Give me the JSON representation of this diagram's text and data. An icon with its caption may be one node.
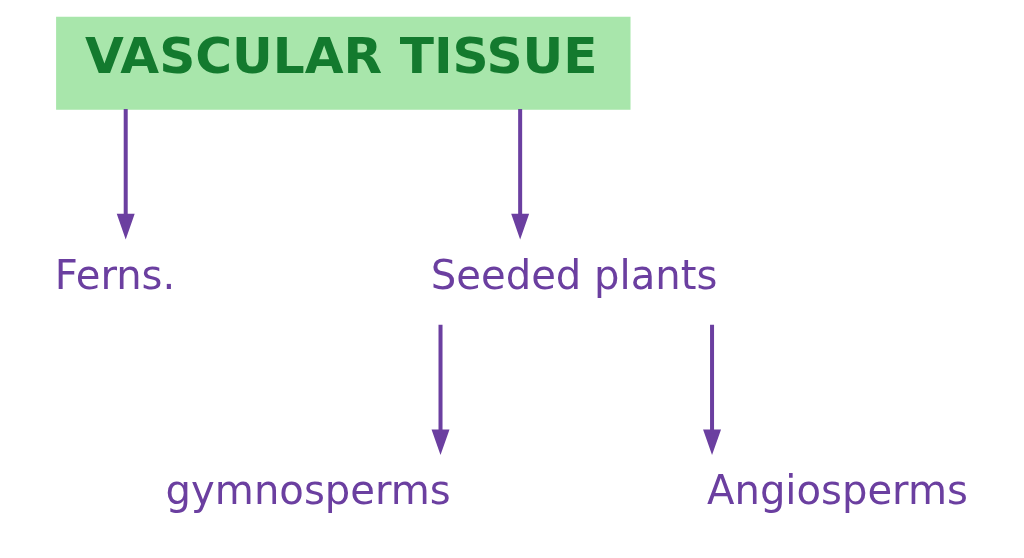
{
  "diagram": {
    "nodes": [
      {
        "text": [
          "VASCULAR TISSUE"
        ]
      },
      {
        "text": [
          "Ferns."
        ]
      },
      {
        "text": [
          "Seeded plants"
        ]
      },
      {
        "text": [
          "gymnosperms"
        ]
      },
      {
        "text": [
          "Angiosperms"
        ]
      }
    ],
    "edges": [
      {
        "from": 0,
        "to": 1,
        "arrow": "to"
      },
      {
        "from": 0,
        "to": 2,
        "arrow": "to"
      },
      {
        "from": 2,
        "to": 3,
        "arrow": "to"
      },
      {
        "from": 2,
        "to": 4,
        "arrow": "to"
      }
    ]
  }
}
